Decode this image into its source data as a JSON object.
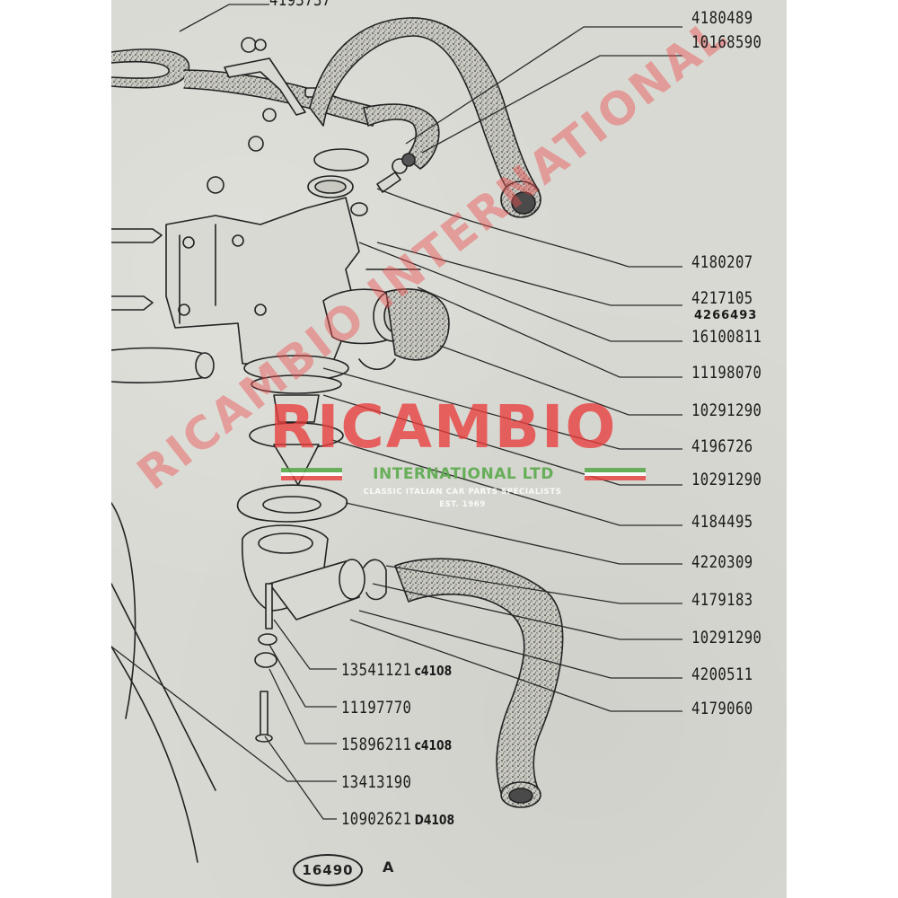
{
  "document": {
    "type": "parts catalog exploded diagram",
    "subject": "Water pump / thermostat housing with coolant hoses",
    "figure_number": "16490",
    "figure_letter": "A",
    "paper_color": "#d9d9d3",
    "background_color": "#ffffff"
  },
  "callouts": {
    "top_cut": "4193737",
    "right": [
      {
        "part": "4180489"
      },
      {
        "part": "10168590"
      },
      {
        "part": "4180207"
      },
      {
        "part": "4217105"
      },
      {
        "part": "16100811"
      },
      {
        "part": "11198070"
      },
      {
        "part": "10291290"
      },
      {
        "part": "4196726"
      },
      {
        "part": "10291290"
      },
      {
        "part": "4184495"
      },
      {
        "part": "4220309"
      },
      {
        "part": "4179183"
      },
      {
        "part": "10291290"
      },
      {
        "part": "4200511"
      },
      {
        "part": "4179060"
      }
    ],
    "handwritten_supersession": "4266493",
    "bottom": [
      {
        "part": "13541121",
        "suffix": "c4108"
      },
      {
        "part": "11197770",
        "suffix": ""
      },
      {
        "part": "15896211",
        "suffix": "c4108"
      },
      {
        "part": "13413190",
        "suffix": ""
      },
      {
        "part": "10902621",
        "suffix": "D4108"
      }
    ]
  },
  "watermark": {
    "brand": "RICAMBIO",
    "subtitle": "INTERNATIONAL LTD",
    "tagline": "CLASSIC ITALIAN CAR PARTS SPECIALISTS",
    "established": "EST. 1969",
    "diagonal": "RICAMBIO INTERNATIONAL",
    "colors": {
      "red": "#e83c3c",
      "green": "#5aaa4b",
      "white": "#ffffff"
    }
  }
}
